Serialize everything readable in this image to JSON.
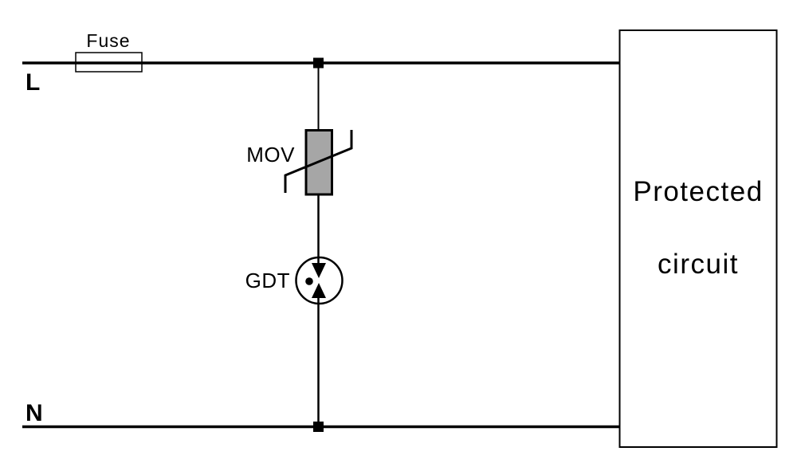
{
  "diagram": {
    "kind": "surge-protection-circuit-schematic",
    "labels": {
      "line_terminal": "L",
      "neutral_terminal": "N",
      "fuse": "Fuse",
      "varistor": "MOV",
      "gas_discharge_tube": "GDT",
      "protected_box": [
        "Protected",
        "circuit"
      ]
    },
    "symbols": {
      "fuse": "rectangle-through-wire",
      "varistor": "gray-box-with-diagonal-stroke",
      "gas_discharge_tube": "circle-with-opposing-arrows-and-dot",
      "junction": "filled-square-node"
    },
    "colors": {
      "wire": "#000000",
      "text": "#000000",
      "mov_fill": "#a6a6a6",
      "background": "#ffffff"
    }
  }
}
